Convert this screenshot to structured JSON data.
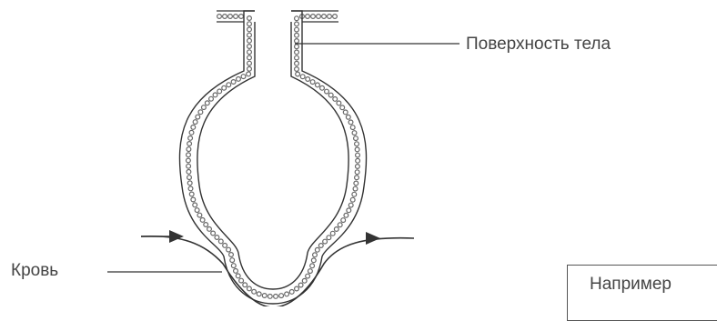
{
  "labels": {
    "body_surface": "Поверхность тела",
    "blood": "Кровь",
    "example": "Например"
  },
  "colors": {
    "line": "#333333",
    "bead": "#666666",
    "text": "#444444"
  }
}
